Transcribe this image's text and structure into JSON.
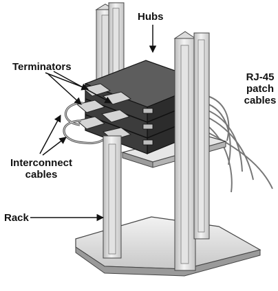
{
  "labels": {
    "hubs": "Hubs",
    "terminators": "Terminators",
    "rj45_line1": "RJ-45",
    "rj45_line2": "patch",
    "rj45_line3": "cables",
    "interconnect_line1": "Interconnect",
    "interconnect_line2": "cables",
    "rack": "Rack"
  },
  "colors": {
    "background": "#ffffff",
    "rack_light": "#e9e9e9",
    "rack_mid": "#bdbdbd",
    "rack_dark": "#6e6e6e",
    "hub_top": "#5c5c5c",
    "hub_front": "#3a3a3a",
    "hub_side": "#2a2a2a",
    "connector": "#cfcfcf",
    "outline": "#111111",
    "label_text": "#111111"
  }
}
